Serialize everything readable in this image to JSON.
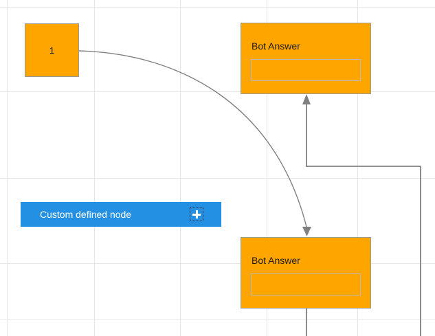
{
  "canvas": {
    "name": "flow-editor-canvas",
    "background_color": "#ffffff",
    "grid_color": "#e6e6e6",
    "grid_vertical_x": [
      10,
      137,
      262,
      388,
      520,
      613
    ],
    "grid_horizontal_y": [
      10,
      133,
      259,
      383,
      464
    ]
  },
  "nodes": {
    "start_node": {
      "label": "1",
      "fill_color": "#FFA500",
      "border_color": "#9a9a9a"
    },
    "bot_answer_top": {
      "title": "Bot Answer",
      "field_value": "",
      "fill_color": "#FFA500",
      "border_color": "#9a9a9a"
    },
    "bot_answer_bottom": {
      "title": "Bot Answer",
      "field_value": "",
      "fill_color": "#FFA500",
      "border_color": "#9a9a9a"
    }
  },
  "palette": {
    "custom_node": {
      "label": "Custom defined node",
      "background_color": "#2490e3",
      "text_color": "#ffffff",
      "add_icon": "plus-icon"
    }
  },
  "connectors": {
    "stroke_color": "#808080",
    "items": [
      {
        "name": "curved-edge-start-to-bot-bottom",
        "type": "curve",
        "from": "start_node",
        "to": "bot_answer_bottom",
        "arrow": "down"
      },
      {
        "name": "orthogonal-edge-to-bot-top",
        "type": "orthogonal",
        "to": "bot_answer_top",
        "arrow": "up"
      },
      {
        "name": "orthogonal-edge-from-bot-bottom",
        "type": "orthogonal",
        "from": "bot_answer_bottom",
        "arrow": "none"
      }
    ]
  }
}
